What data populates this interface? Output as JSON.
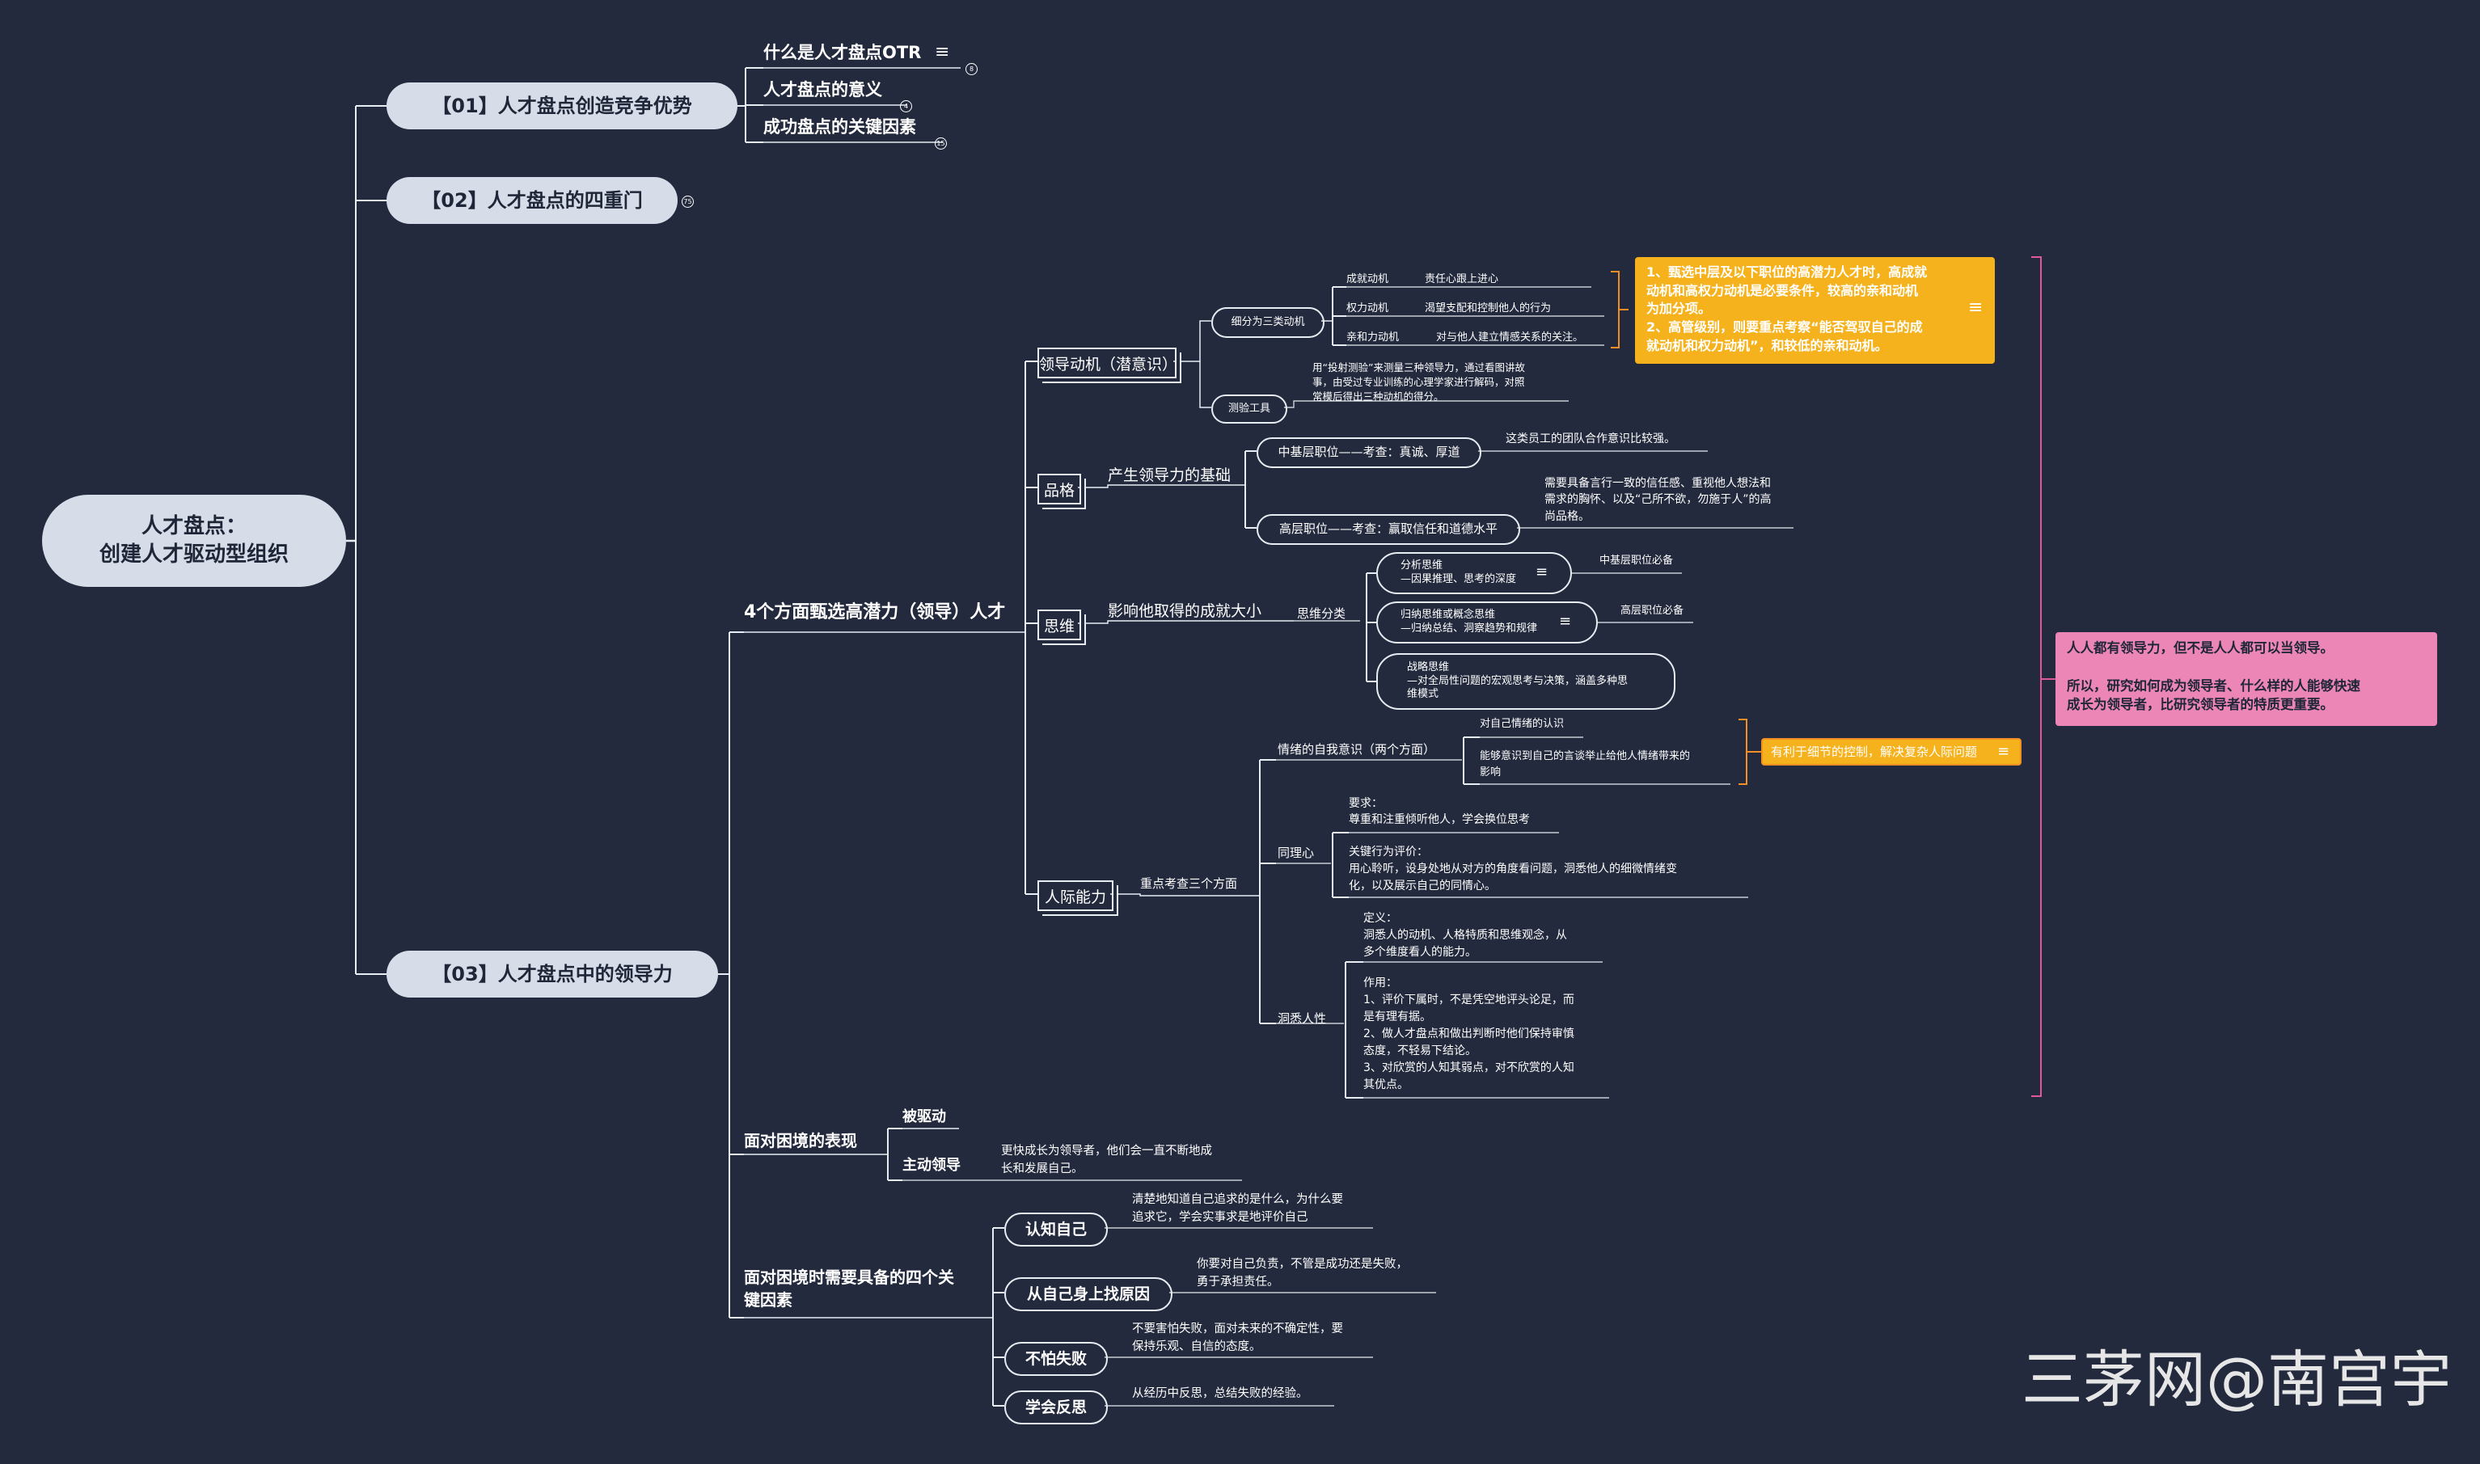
{
  "colors": {
    "background": "#232a3d",
    "line": "#e8ecf3",
    "pill": "#d7dde8",
    "pill_text": "#1f2638",
    "orange": "#f6b21c",
    "pink": "#ec86b6",
    "pink_bracket": "#e2579a",
    "orange_bracket": "#f18f23"
  },
  "icons": {
    "note": "note-lines-icon",
    "count": "count-badge-icon"
  },
  "root": "人才盘点：\n创建人才驱动型组织",
  "branch1": {
    "label": "【01】人才盘点创造竞争优势",
    "children": [
      "什么是人才盘点OTR",
      "人才盘点的意义",
      "成功盘点的关键因素"
    ],
    "counts": [
      "8",
      "4",
      "15"
    ]
  },
  "branch2": {
    "label": "【02】人才盘点的四重门",
    "count": "75"
  },
  "branch3": {
    "label": "【03】人才盘点中的领导力",
    "four_aspects": {
      "label": "4个方面甄选高潜力（领导）人才",
      "motivation": {
        "label": "领导动机（潜意识）",
        "three_types": "细分为三类动机",
        "types": [
          {
            "name": "成就动机",
            "desc": "责任心跟上进心"
          },
          {
            "name": "权力动机",
            "desc": "渴望支配和控制他人的行为"
          },
          {
            "name": "亲和力动机",
            "desc": "对与他人建立情感关系的关注。"
          }
        ],
        "tool": "测验工具",
        "tool_desc": "用“投射测验”来测量三种领导力，通过看图讲故\n事，由受过专业训练的心理学家进行解码，对照\n常模后得出三种动机的得分。",
        "note": "1、甄选中层及以下职位的高潜力人才时，高成就\n动机和高权力动机是必要条件，较高的亲和动机\n为加分项。\n2、高管级别，则要重点考察“能否驾驭自己的成\n就动机和权力动机”，和较低的亲和动机。"
      },
      "character": {
        "label": "品格",
        "base": "产生领导力的基础",
        "mid": "中基层职位——考查：真诚、厚道",
        "mid_desc": "这类员工的团队合作意识比较强。",
        "high": "高层职位——考查：赢取信任和道德水平",
        "high_desc": "需要具备言行一致的信任感、重视他人想法和\n需求的胸怀、以及“己所不欲，勿施于人”的高\n尚品格。"
      },
      "thinking": {
        "label": "思维",
        "influence": "影响他取得的成就大小",
        "classify": "思维分类",
        "items": [
          {
            "text": "分析思维\n—因果推理、思考的深度",
            "tag": "中基层职位必备"
          },
          {
            "text": "归纳思维或概念思维\n—归纳总结、洞察趋势和规律",
            "tag": "高层职位必备"
          },
          {
            "text": "战略思维\n—对全局性问题的宏观思考与决策，涵盖多种思\n维模式",
            "tag": ""
          }
        ]
      },
      "interpersonal": {
        "label": "人际能力",
        "focus": "重点考查三个方面",
        "self_awareness": "情绪的自我意识（两个方面）",
        "sa_items": [
          "对自己情绪的认识",
          "能够意识到自己的言谈举止给他人情绪带来的\n影响"
        ],
        "sa_note": "有利于细节的控制，解决复杂人际问题",
        "empathy": "同理心",
        "empathy_req": "要求：\n尊重和注重倾听他人，学会换位思考",
        "empathy_eval": "关键行为评价：\n用心聆听，设身处地从对方的角度看问题，洞悉他人的细微情绪变\n化，以及展示自己的同情心。",
        "insight": "洞悉人性",
        "insight_def": "定义：\n洞悉人的动机、人格特质和思维观念，从\n多个维度看人的能力。",
        "insight_use": "作用：\n1、评价下属时，不是凭空地评头论足，而\n是有理有据。\n2、做人才盘点和做出判断时他们保持审慎\n态度，不轻易下结论。\n3、对欣赏的人知其弱点，对不欣赏的人知\n其优点。"
      },
      "pink_note": "人人都有领导力，但不是人人都可以当领导。\n\n所以，研究如何成为领导者、什么样的人能够快速\n成长为领导者，比研究领导者的特质更重要。"
    },
    "dilemma": {
      "label": "面对困境的表现",
      "passive": "被驱动",
      "active": "主动领导",
      "active_desc": "更快成长为领导者，他们会一直不断地成\n长和发展自己。"
    },
    "four_factors": {
      "label": "面对困境时需要具备的四个关\n键因素",
      "items": [
        {
          "label": "认知自己",
          "desc": "清楚地知道自己追求的是什么，为什么要\n追求它，学会实事求是地评价自己"
        },
        {
          "label": "从自己身上找原因",
          "desc": "你要对自己负责，不管是成功还是失败，\n勇于承担责任。"
        },
        {
          "label": "不怕失败",
          "desc": "不要害怕失败，面对未来的不确定性，要\n保持乐观、自信的态度。"
        },
        {
          "label": "学会反思",
          "desc": "从经历中反思，总结失败的经验。"
        }
      ]
    }
  },
  "watermark": "三茅网@南宫宇"
}
